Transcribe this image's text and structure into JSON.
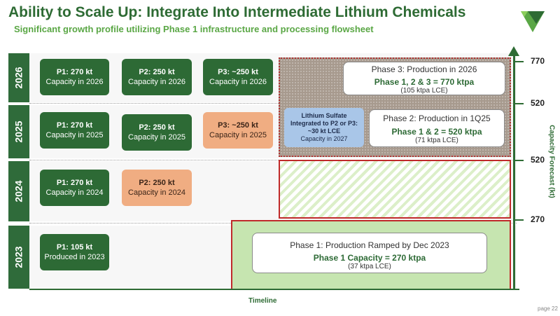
{
  "header": {
    "title": "Ability to Scale Up: Integrate Into Intermediate Lithium Chemicals",
    "subtitle": "Significant growth profile utilizing Phase 1 infrastructure and processing flowsheet"
  },
  "brand": {
    "primary": "#2e6b34",
    "accent": "#5aa745",
    "logo_icon": "triangle-logo-icon"
  },
  "years": [
    "2026",
    "2025",
    "2024",
    "2023"
  ],
  "rows": {
    "r2026": {
      "p1": {
        "bold": "P1: 270 kt",
        "rest": " Capacity in 2026"
      },
      "p2": {
        "bold": "P2: 250 kt",
        "rest": " Capacity in 2026"
      },
      "p3": {
        "bold": "P3: ~250 kt",
        "rest": " Capacity in 2026"
      }
    },
    "r2025": {
      "p1": {
        "bold": "P1: 270 kt",
        "rest": " Capacity in 2025"
      },
      "p2": {
        "bold": "P2: 250 kt",
        "rest": " Capacity in 2025"
      },
      "p3": {
        "bold": "P3: ~250 kt",
        "rest": " Capacity in 2025"
      }
    },
    "r2024": {
      "p1": {
        "bold": "P1: 270 kt",
        "rest": " Capacity in 2024"
      },
      "p2": {
        "bold": "P2: 250 kt",
        "rest": " Capacity in 2024"
      }
    },
    "r2023": {
      "p1": {
        "bold": "P1: 105 kt",
        "rest": " Produced in 2023"
      }
    }
  },
  "callouts": {
    "phase3": {
      "heading": "Phase 3: Production in 2026",
      "main": "Phase 1, 2 & 3 = 770 ktpa",
      "sub": "(105 ktpa LCE)"
    },
    "phase2": {
      "heading": "Phase 2: Production in 1Q25",
      "main": "Phase 1 & 2 = 520 ktpa",
      "sub": "(71 ktpa LCE)"
    },
    "phase1": {
      "heading": "Phase 1: Production Ramped by Dec 2023",
      "main": "Phase 1 Capacity = 270 ktpa",
      "sub": "(37 ktpa LCE)"
    },
    "sulfate": {
      "bold": "Lithium Sulfate Integrated to P2 or P3: ~30 kt LCE",
      "rest": "Capacity in 2027"
    }
  },
  "axis": {
    "ticks": [
      "770",
      "520",
      "520",
      "270"
    ],
    "y_label": "Capacity Forecast (kt)",
    "x_label": "Timeline"
  },
  "page_number": "page 22"
}
